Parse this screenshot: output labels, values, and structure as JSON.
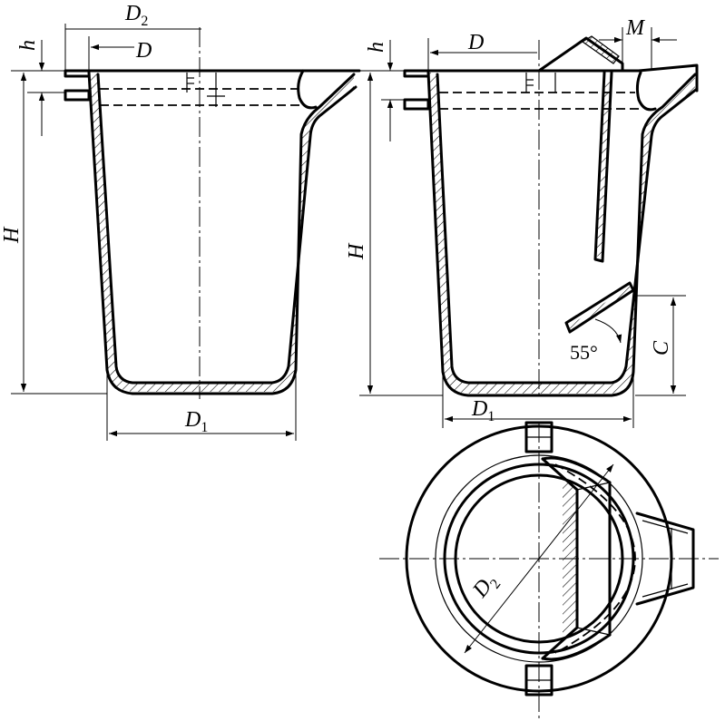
{
  "labels": {
    "h": "h",
    "D": "D",
    "D2_main": "D",
    "D2_sub": "2",
    "H": "H",
    "D1_main": "D",
    "D1_sub": "1",
    "M": "M",
    "C": "C",
    "angle_value": "55°"
  }
}
